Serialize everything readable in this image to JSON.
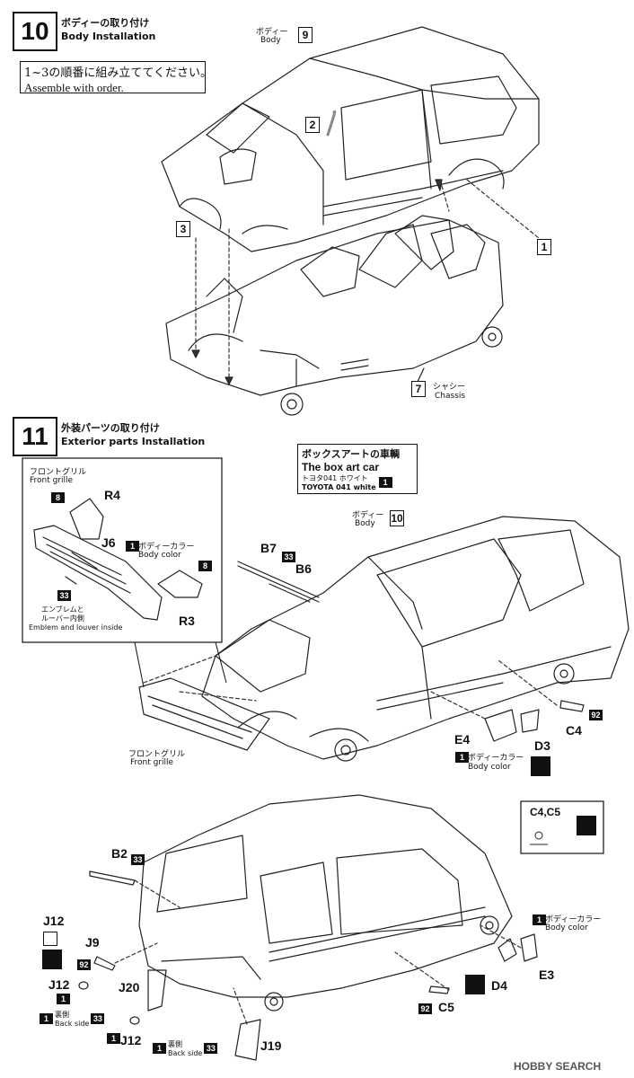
{
  "step10": {
    "number": "10",
    "title_ja": "ボディーの取り付け",
    "title_en": "Body Installation",
    "note_ja": "1~3の順番に組み立ててください。",
    "note_en": "Assemble with order.",
    "body_label_ja": "ボディー",
    "body_label_en": "Body",
    "body_part": "9",
    "chassis_label_ja": "シャシー",
    "chassis_label_en": "Chassis",
    "chassis_part": "7",
    "order": [
      "1",
      "2",
      "3"
    ]
  },
  "step11": {
    "number": "11",
    "title_ja": "外装パーツの取り付け",
    "title_en": "Exterior parts Installation",
    "boxart": {
      "title_ja": "ボックスアートの車輌",
      "title_en": "The box art car",
      "color_ja": "トヨタ041 ホワイト",
      "color_en": "TOYOTA 041 white",
      "color_num": "1"
    },
    "inset": {
      "label_ja": "フロントグリル",
      "label_en": "Front grille",
      "emblem_ja_1": "エンブレムと",
      "emblem_ja_2": "ルーバー内側",
      "emblem_en": "Emblem and louver inside",
      "body_color_ja": "ボディーカラー",
      "body_color_en": "Body color",
      "parts": [
        "R4",
        "J6",
        "R3"
      ],
      "colors": [
        "8",
        "1",
        "33",
        "8"
      ]
    },
    "front": {
      "body_label_ja": "ボディー",
      "body_label_en": "Body",
      "body_part": "10",
      "grille_ja": "フロントグリル",
      "grille_en": "Front grille",
      "wiper_parts": [
        "B7",
        "B6"
      ],
      "wiper_color": "33",
      "mirror_parts": [
        "E4",
        "D3"
      ],
      "mirror_color_num": "1",
      "mirror_color_ja": "ボディーカラー",
      "mirror_color_en": "Body color",
      "handle_part": "C4",
      "handle_color": "92"
    },
    "callout": {
      "parts": "C4,C5"
    },
    "rear": {
      "wiper_part": "B2",
      "wiper_color": "33",
      "light_part": "J12",
      "j9_part": "J9",
      "j9_color": "92",
      "j12_color": "1",
      "mudflap_j20": "J20",
      "mudflap_j19": "J19",
      "mudflap_color_num": "1",
      "mudflap_ja": "裏側",
      "mudflap_en": "Back side",
      "mudflap_color": "33",
      "handle_part": "C5",
      "handle_color": "92",
      "mirror_parts": [
        "D4",
        "E3"
      ],
      "mirror_color_num": "1",
      "mirror_color_ja": "ボディーカラー",
      "mirror_color_en": "Body color"
    }
  },
  "watermark": "HOBBY SEARCH"
}
